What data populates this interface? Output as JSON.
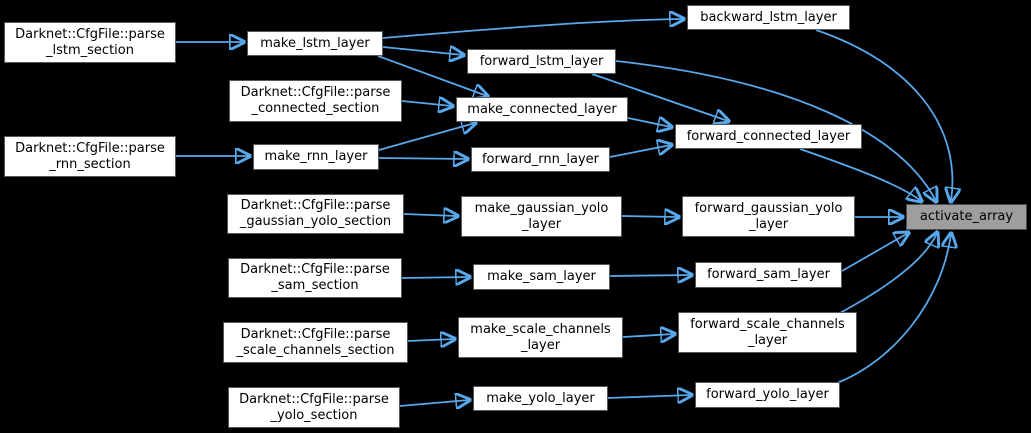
{
  "diagram": {
    "type": "doxygen-call-graph",
    "background_color": "#000000",
    "edge_color": "#57a8ec",
    "node_fill": "#ffffff",
    "node_border": "#575757",
    "highlight_fill": "#9e9e9e",
    "nodes": {
      "parse_lstm_section": {
        "label": "Darknet::CfgFile::parse\n_lstm_section"
      },
      "parse_connected_section": {
        "label": "Darknet::CfgFile::parse\n_connected_section"
      },
      "parse_rnn_section": {
        "label": "Darknet::CfgFile::parse\n_rnn_section"
      },
      "parse_gaussian_yolo_section": {
        "label": "Darknet::CfgFile::parse\n_gaussian_yolo_section"
      },
      "parse_sam_section": {
        "label": "Darknet::CfgFile::parse\n_sam_section"
      },
      "parse_scale_channels_section": {
        "label": "Darknet::CfgFile::parse\n_scale_channels_section"
      },
      "parse_yolo_section": {
        "label": "Darknet::CfgFile::parse\n_yolo_section"
      },
      "make_lstm_layer": {
        "label": "make_lstm_layer"
      },
      "forward_lstm_layer": {
        "label": "forward_lstm_layer"
      },
      "backward_lstm_layer": {
        "label": "backward_lstm_layer"
      },
      "make_connected_layer": {
        "label": "make_connected_layer"
      },
      "forward_connected_layer": {
        "label": "forward_connected_layer"
      },
      "make_rnn_layer": {
        "label": "make_rnn_layer"
      },
      "forward_rnn_layer": {
        "label": "forward_rnn_layer"
      },
      "make_gaussian_yolo_layer": {
        "label": "make_gaussian_yolo\n_layer"
      },
      "forward_gaussian_yolo_layer": {
        "label": "forward_gaussian_yolo\n_layer"
      },
      "make_sam_layer": {
        "label": "make_sam_layer"
      },
      "forward_sam_layer": {
        "label": "forward_sam_layer"
      },
      "make_scale_channels_layer": {
        "label": "make_scale_channels\n_layer"
      },
      "forward_scale_channels_layer": {
        "label": "forward_scale_channels\n_layer"
      },
      "make_yolo_layer": {
        "label": "make_yolo_layer"
      },
      "forward_yolo_layer": {
        "label": "forward_yolo_layer"
      },
      "activate_array": {
        "label": "activate_array",
        "highlighted": true
      }
    },
    "edges": [
      {
        "from": "parse_lstm_section",
        "to": "make_lstm_layer"
      },
      {
        "from": "parse_connected_section",
        "to": "make_connected_layer"
      },
      {
        "from": "parse_rnn_section",
        "to": "make_rnn_layer"
      },
      {
        "from": "parse_gaussian_yolo_section",
        "to": "make_gaussian_yolo_layer"
      },
      {
        "from": "parse_sam_section",
        "to": "make_sam_layer"
      },
      {
        "from": "parse_scale_channels_section",
        "to": "make_scale_channels_layer"
      },
      {
        "from": "parse_yolo_section",
        "to": "make_yolo_layer"
      },
      {
        "from": "make_lstm_layer",
        "to": "backward_lstm_layer"
      },
      {
        "from": "make_lstm_layer",
        "to": "forward_lstm_layer"
      },
      {
        "from": "make_lstm_layer",
        "to": "make_connected_layer"
      },
      {
        "from": "make_rnn_layer",
        "to": "make_connected_layer"
      },
      {
        "from": "make_rnn_layer",
        "to": "forward_rnn_layer"
      },
      {
        "from": "make_connected_layer",
        "to": "forward_connected_layer"
      },
      {
        "from": "forward_lstm_layer",
        "to": "forward_connected_layer"
      },
      {
        "from": "forward_rnn_layer",
        "to": "forward_connected_layer"
      },
      {
        "from": "make_gaussian_yolo_layer",
        "to": "forward_gaussian_yolo_layer"
      },
      {
        "from": "make_sam_layer",
        "to": "forward_sam_layer"
      },
      {
        "from": "make_scale_channels_layer",
        "to": "forward_scale_channels_layer"
      },
      {
        "from": "make_yolo_layer",
        "to": "forward_yolo_layer"
      },
      {
        "from": "backward_lstm_layer",
        "to": "activate_array"
      },
      {
        "from": "forward_lstm_layer",
        "to": "activate_array"
      },
      {
        "from": "forward_connected_layer",
        "to": "activate_array"
      },
      {
        "from": "forward_gaussian_yolo_layer",
        "to": "activate_array"
      },
      {
        "from": "forward_sam_layer",
        "to": "activate_array"
      },
      {
        "from": "forward_scale_channels_layer",
        "to": "activate_array"
      },
      {
        "from": "forward_yolo_layer",
        "to": "activate_array"
      }
    ]
  }
}
